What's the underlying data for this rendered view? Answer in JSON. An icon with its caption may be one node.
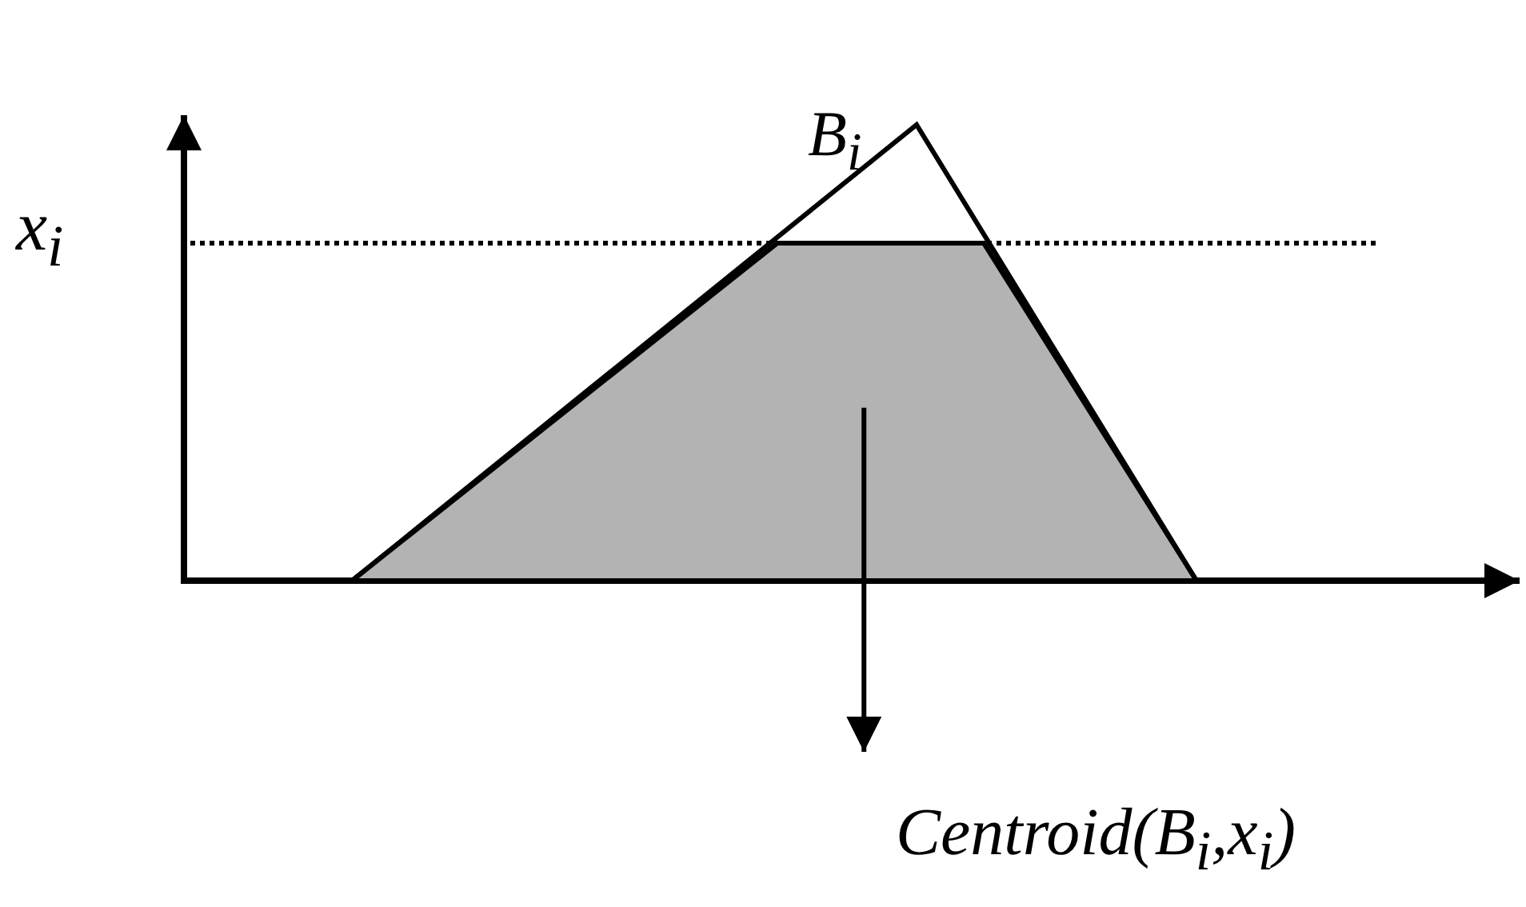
{
  "diagram": {
    "nodes": [
      {
        "text": [],
        "shape": "trapezoid"
      },
      {
        "text": [
          "Centroid(B$_{i}$,x$_{i}$)"
        ]
      }
    ],
    "edges": [
      {
        "from": 0,
        "to": 1,
        "arrow": "to"
      }
    ],
    "labels": [
      "x$_{i}$",
      "B$_{i}$"
    ]
  }
}
